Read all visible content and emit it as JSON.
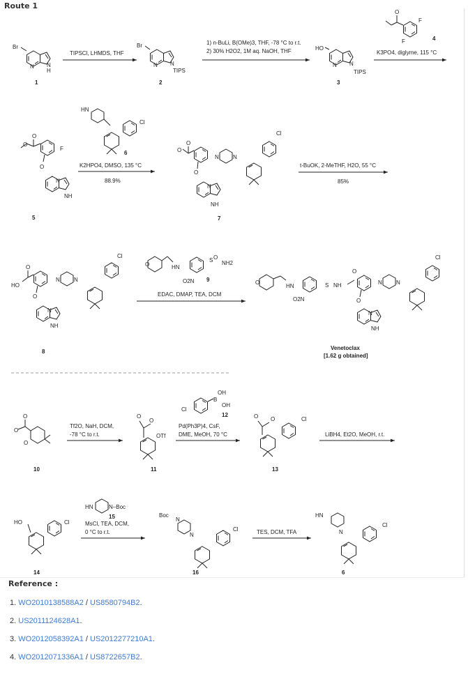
{
  "title": "Route 1",
  "steps": {
    "s1": "TIPSCl, LHMDS, THF",
    "s2a": "1) n-BuLi, B(OMe)3, THF, -78 °C to r.t.",
    "s2b": "2) 30% H2O2, 1M aq. NaOH, THF",
    "s3": "K3PO4, diglyme, 115 °C",
    "s4": "K2HPO4, DMSO, 135 °C",
    "s4y": "88.9%",
    "s5": "t-BuOK, 2-MeTHF, H2O, 55 °C",
    "s5y": "85%",
    "s6": "EDAC, DMAP, TEA, DCM",
    "s7a": "Tf2O, NaH, DCM,",
    "s7b": "-78 °C to r.t.",
    "s8a": "Pd(Ph3P)4, CsF,",
    "s8b": "DME, MeOH, 70 °C",
    "s9": "LiBH4, Et2O, MeOH, r.t.",
    "s10a": "MsCl, TEA, DCM,",
    "s10b": "0 °C to r.t.",
    "s11": "TES, DCM, TFA"
  },
  "compounds": {
    "c1": "1",
    "c2": "2",
    "c3": "3",
    "c4": "4",
    "c5": "5",
    "c6": "6",
    "c7": "7",
    "c8": "8",
    "c9": "9",
    "c10": "10",
    "c11": "11",
    "c12": "12",
    "c13": "13",
    "c14": "14",
    "c15": "15",
    "c16": "16",
    "c6b": "6"
  },
  "product": {
    "name": "Venetoclax",
    "yield": "[1.62 g obtained]"
  },
  "atoms": {
    "br": "Br",
    "n": "N",
    "nh": "NH",
    "h": "H",
    "tips": "TIPS",
    "ho": "HO",
    "f": "F",
    "o": "O",
    "cl": "Cl",
    "hn": "HN",
    "s": "S",
    "nh2": "NH2",
    "o2n": "O2N",
    "otf": "OTf",
    "oh": "OH",
    "b": "B",
    "boc": "Boc",
    "nboc": "N–Boc"
  },
  "references": {
    "heading": "Reference :",
    "items": [
      {
        "num": "1.",
        "a": "WO2010138588A2",
        "sep": " / ",
        "b": "US8580794B2",
        "end": "."
      },
      {
        "num": "2.",
        "a": "US2011124628A1",
        "sep": "",
        "b": "",
        "end": "."
      },
      {
        "num": "3.",
        "a": "WO2012058392A1",
        "sep": " / ",
        "b": "US2012277210A1",
        "end": "."
      },
      {
        "num": "4.",
        "a": "WO2012071336A1",
        "sep": " / ",
        "b": "US8722657B2",
        "end": "."
      }
    ]
  },
  "colors": {
    "link": "#3f7bd0",
    "text": "#222222"
  }
}
